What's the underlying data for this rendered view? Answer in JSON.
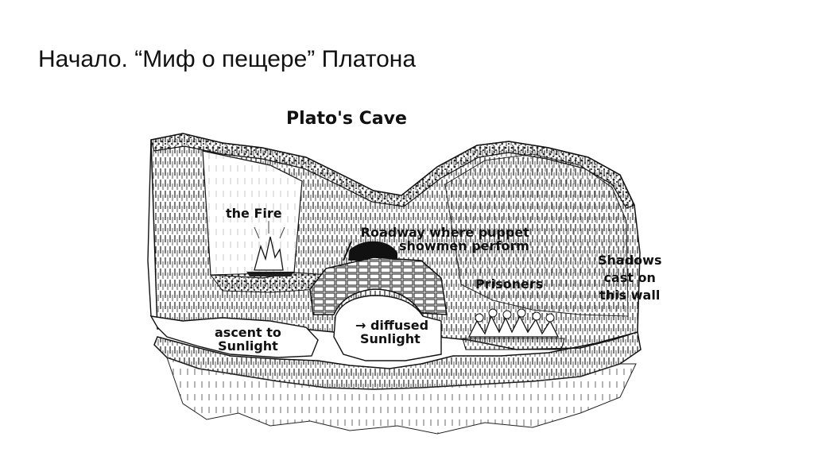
{
  "slide": {
    "title": "Начало. “Миф о пещере” Платона"
  },
  "diagram": {
    "title": "Plato's Cave",
    "labels": {
      "fire": "the Fire",
      "roadway_line1": "Roadway where puppet",
      "roadway_line2": "showmen perform",
      "prisoners": "Prisoners",
      "shadows_line1": "Shadows",
      "shadows_line2": "cast on",
      "shadows_line3": "this wall",
      "ascent_line1": "ascent to",
      "ascent_line2": "Sunlight",
      "diffused_line1": "→ diffused",
      "diffused_line2": "Sunlight"
    }
  }
}
